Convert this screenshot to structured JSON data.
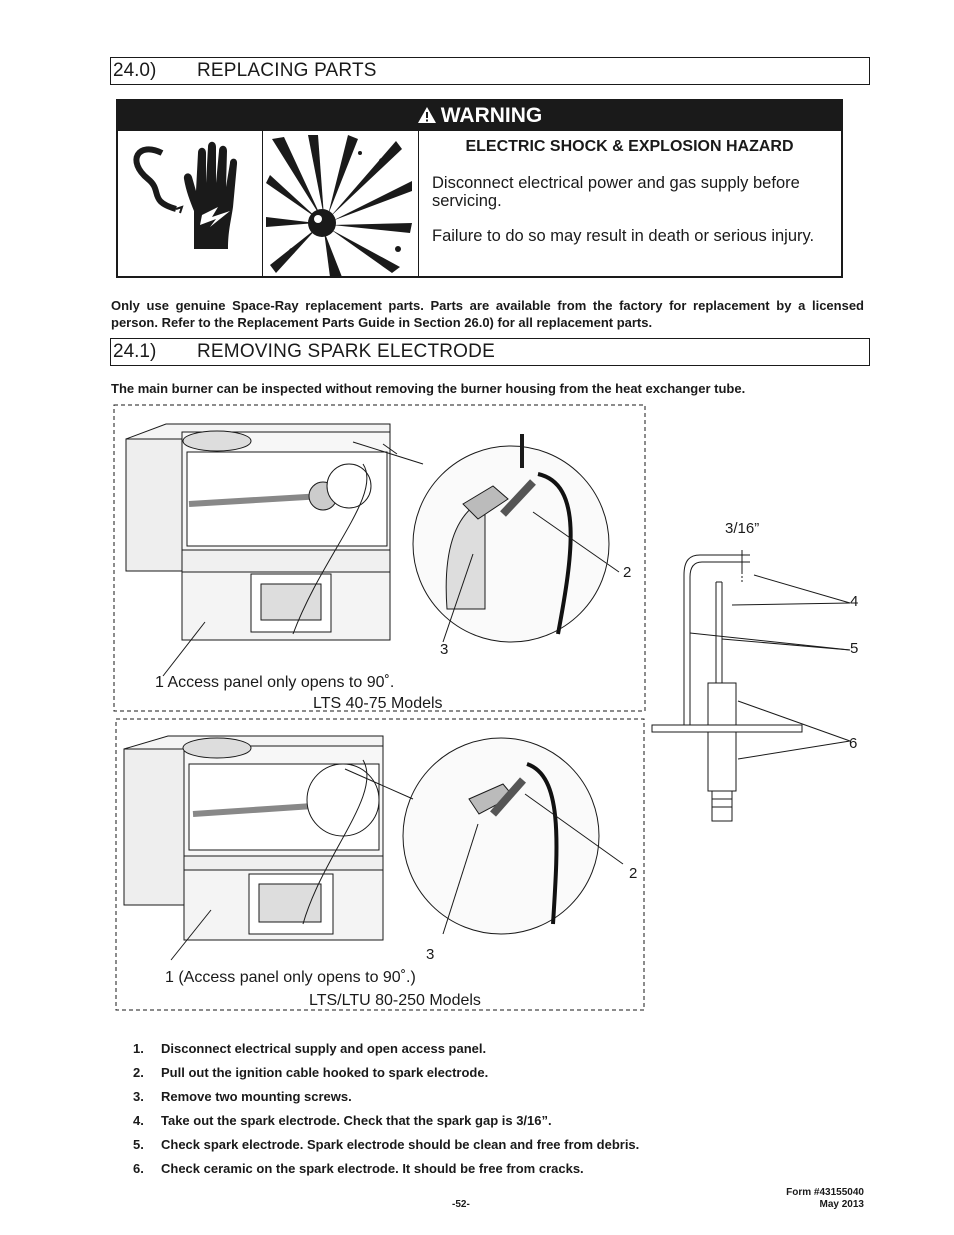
{
  "section1": {
    "number": "24.0)",
    "title": "REPLACING PARTS"
  },
  "warning": {
    "banner": "WARNING",
    "hazard_title": "ELECTRIC SHOCK & EXPLOSION HAZARD",
    "line1": "Disconnect electrical power and gas supply before servicing.",
    "line2": "Failure to do so may result in death or serious injury.",
    "icons": [
      "electric-shock-hand-icon",
      "explosion-icon"
    ]
  },
  "intro_paragraph": "Only use genuine Space-Ray replacement parts. Parts are available from the factory for replacement by a licensed person. Refer to the Replacement Parts Guide in Section 26.0) for all replacement parts.",
  "section2": {
    "number": "24.1)",
    "title": "REMOVING SPARK ELECTRODE"
  },
  "section2_paragraph": "The main burner can be inspected without removing the burner housing from the heat exchanger tube.",
  "figure_top": {
    "access_label": "1   Access panel only opens to 90˚.",
    "models": "LTS 40-75 Models",
    "callout_2": "2",
    "callout_3": "3"
  },
  "figure_bottom": {
    "access_label": "1 (Access panel only opens to 90˚.)",
    "models": "LTS/LTU 80-250 Models",
    "callout_2": "2",
    "callout_3": "3"
  },
  "electrode": {
    "gap": "3/16”",
    "callout_4": "4",
    "callout_5": "5",
    "callout_6": "6"
  },
  "steps": [
    {
      "n": "1.",
      "text": "Disconnect electrical supply and open access panel."
    },
    {
      "n": "2.",
      "text": "Pull out the ignition cable hooked to spark electrode."
    },
    {
      "n": "3.",
      "text": "Remove two mounting screws."
    },
    {
      "n": "4.",
      "text": "Take out the spark electrode. Check that the spark gap is 3/16”."
    },
    {
      "n": "5.",
      "text": "Check spark electrode. Spark electrode should be clean and free from debris."
    },
    {
      "n": "6.",
      "text": "Check ceramic on the spark electrode. It should be free from cracks."
    }
  ],
  "footer": {
    "form": "Form #43155040",
    "date": "May 2013",
    "page": "-52-"
  }
}
